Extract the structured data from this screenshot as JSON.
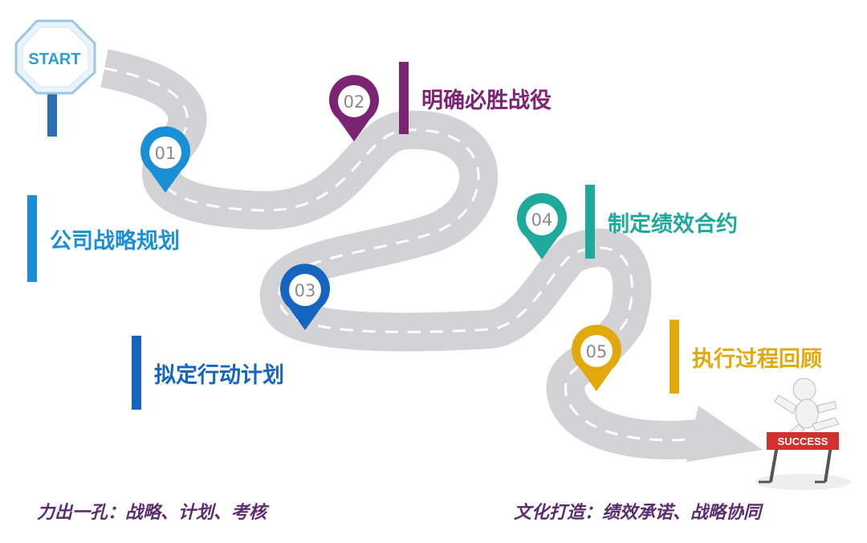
{
  "start_sign": {
    "label": "START"
  },
  "success_banner": {
    "label": "SUCCESS"
  },
  "steps": [
    {
      "number": "01",
      "label": "公司战略规划",
      "color": "#1a8fd6"
    },
    {
      "number": "02",
      "label": "明确必胜战役",
      "color": "#7b2473"
    },
    {
      "number": "03",
      "label": "拟定行动计划",
      "color": "#1565c0"
    },
    {
      "number": "04",
      "label": "制定绩效合约",
      "color": "#1fa99d"
    },
    {
      "number": "05",
      "label": "执行过程回顾",
      "color": "#e2a90f"
    }
  ],
  "footer": {
    "left": "力出一孔：战略、计划、考核",
    "right": "文化打造：绩效承诺、战略协同"
  },
  "colors": {
    "road": "#d3d3d6",
    "road_dash": "#ffffff",
    "sign": "#2a9fd6",
    "banner": "#d32f2f"
  }
}
